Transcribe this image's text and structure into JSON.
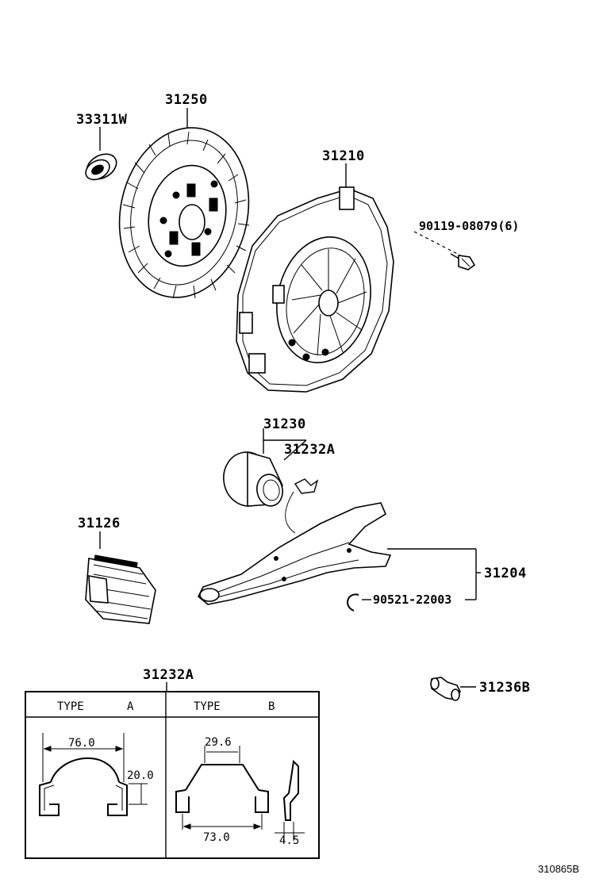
{
  "parts": {
    "release_bearing": "33311W",
    "clutch_disc": "31250",
    "clutch_cover": "31210",
    "cover_bolt": "90119-08079(6)",
    "release_bearing_hub": "31230",
    "clip_callout": "31232A",
    "boot": "31126",
    "release_fork": "31204",
    "fork_clip": "90521-22003",
    "fork_support": "31236B"
  },
  "table": {
    "title": "31232A",
    "type_a": {
      "type_label": "TYPE",
      "letter": "A",
      "width": "76.0",
      "height": "20.0"
    },
    "type_b": {
      "type_label": "TYPE",
      "letter": "B",
      "top_width": "29.6",
      "bottom_width": "73.0",
      "thickness": "4.5"
    }
  },
  "catalog_number": "310865B"
}
